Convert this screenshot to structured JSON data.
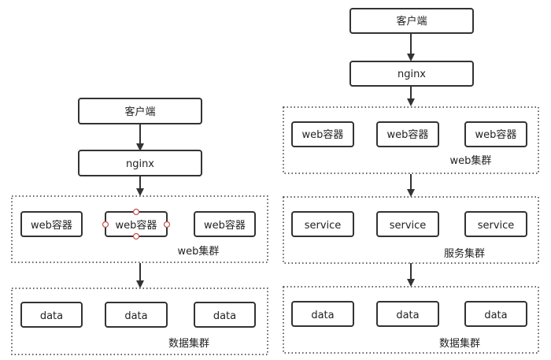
{
  "left": {
    "client": "客户端",
    "nginx": "nginx",
    "web_cluster": {
      "label": "web集群",
      "nodes": [
        "web容器",
        "web容器",
        "web容器"
      ]
    },
    "data_cluster": {
      "label": "数据集群",
      "nodes": [
        "data",
        "data",
        "data"
      ]
    }
  },
  "right": {
    "client": "客户端",
    "nginx": "nginx",
    "web_cluster": {
      "label": "web集群",
      "nodes": [
        "web容器",
        "web容器",
        "web容器"
      ]
    },
    "service_cluster": {
      "label": "服务集群",
      "nodes": [
        "service",
        "service",
        "service"
      ]
    },
    "data_cluster": {
      "label": "数据集群",
      "nodes": [
        "data",
        "data",
        "data"
      ]
    }
  },
  "colors": {
    "stroke": "#333333",
    "selection_handle": "#c0504d"
  }
}
